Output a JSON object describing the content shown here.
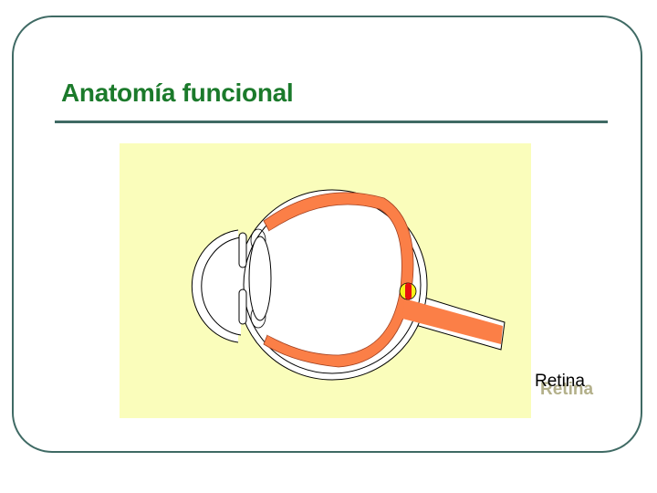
{
  "slide": {
    "title": "Anatomía funcional",
    "colors": {
      "title": "#1b7a2b",
      "frame": "#3f6a64",
      "panel_background": "#fafdbb",
      "retina": "#fb7f47",
      "fovea": "#e81010",
      "macula": "#f7f31a"
    }
  },
  "diagram": {
    "subject": "eye cross-section",
    "highlighted_structure": "retina",
    "label": "Retina",
    "label_shadow": "Retina"
  }
}
